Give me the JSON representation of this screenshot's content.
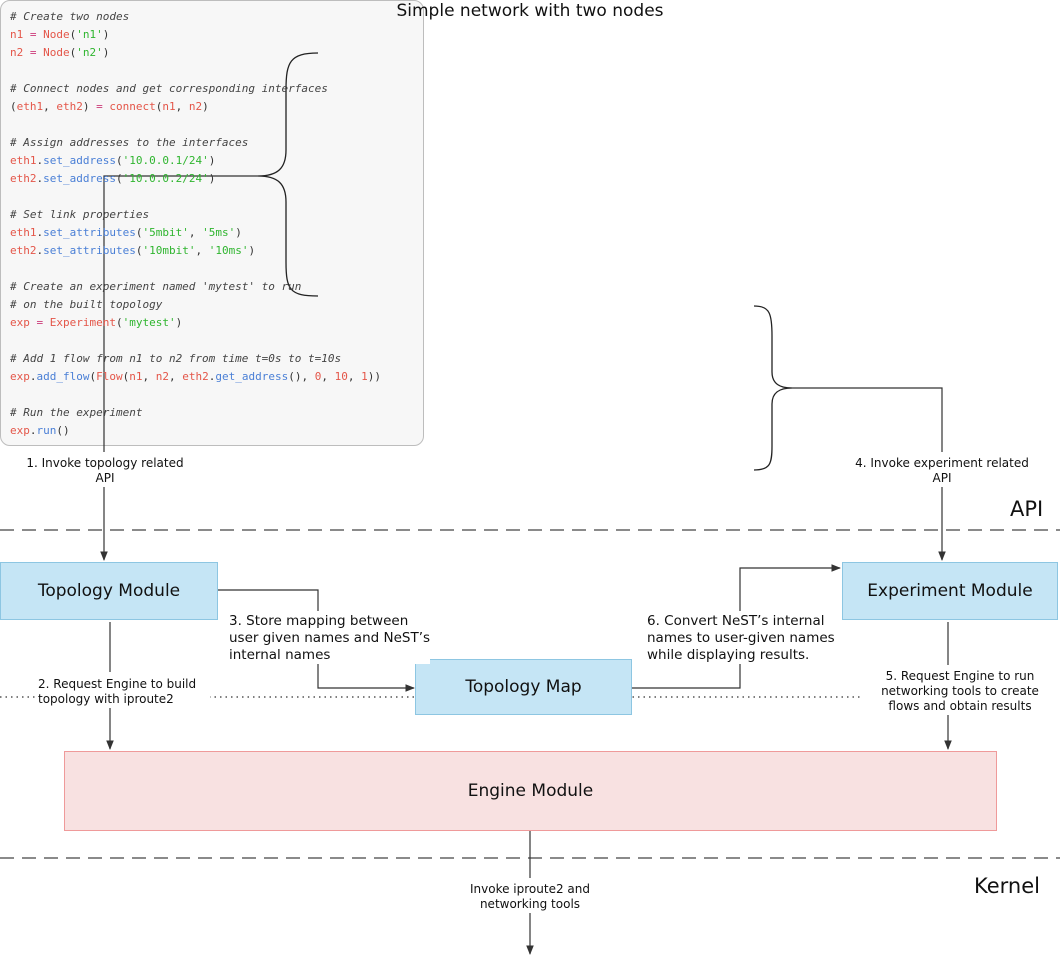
{
  "title": "Simple network with two nodes",
  "code_lines": [
    [
      {
        "t": "# Create two nodes",
        "c": "com"
      }
    ],
    [
      {
        "t": "n1",
        "c": "var"
      },
      {
        "t": " = ",
        "c": "op"
      },
      {
        "t": "Node",
        "c": "var"
      },
      {
        "t": "(",
        "c": "pun"
      },
      {
        "t": "'n1'",
        "c": "str"
      },
      {
        "t": ")",
        "c": "pun"
      }
    ],
    [
      {
        "t": "n2",
        "c": "var"
      },
      {
        "t": " = ",
        "c": "op"
      },
      {
        "t": "Node",
        "c": "var"
      },
      {
        "t": "(",
        "c": "pun"
      },
      {
        "t": "'n2'",
        "c": "str"
      },
      {
        "t": ")",
        "c": "pun"
      }
    ],
    [],
    [
      {
        "t": "# Connect nodes and get corresponding interfaces",
        "c": "com"
      }
    ],
    [
      {
        "t": "(",
        "c": "pun"
      },
      {
        "t": "eth1",
        "c": "var"
      },
      {
        "t": ", ",
        "c": "pun"
      },
      {
        "t": "eth2",
        "c": "var"
      },
      {
        "t": ") ",
        "c": "pun"
      },
      {
        "t": "= ",
        "c": "op"
      },
      {
        "t": "connect",
        "c": "var"
      },
      {
        "t": "(",
        "c": "pun"
      },
      {
        "t": "n1",
        "c": "var"
      },
      {
        "t": ", ",
        "c": "pun"
      },
      {
        "t": "n2",
        "c": "var"
      },
      {
        "t": ")",
        "c": "pun"
      }
    ],
    [],
    [
      {
        "t": "# Assign addresses to the interfaces",
        "c": "com"
      }
    ],
    [
      {
        "t": "eth1",
        "c": "var"
      },
      {
        "t": ".",
        "c": "pun"
      },
      {
        "t": "set_address",
        "c": "fn"
      },
      {
        "t": "(",
        "c": "pun"
      },
      {
        "t": "'10.0.0.1/24'",
        "c": "str"
      },
      {
        "t": ")",
        "c": "pun"
      }
    ],
    [
      {
        "t": "eth2",
        "c": "var"
      },
      {
        "t": ".",
        "c": "pun"
      },
      {
        "t": "set_address",
        "c": "fn"
      },
      {
        "t": "(",
        "c": "pun"
      },
      {
        "t": "'10.0.0.2/24'",
        "c": "str"
      },
      {
        "t": ")",
        "c": "pun"
      }
    ],
    [],
    [
      {
        "t": "# Set link properties",
        "c": "com"
      }
    ],
    [
      {
        "t": "eth1",
        "c": "var"
      },
      {
        "t": ".",
        "c": "pun"
      },
      {
        "t": "set_attributes",
        "c": "fn"
      },
      {
        "t": "(",
        "c": "pun"
      },
      {
        "t": "'5mbit'",
        "c": "str"
      },
      {
        "t": ", ",
        "c": "pun"
      },
      {
        "t": "'5ms'",
        "c": "str"
      },
      {
        "t": ")",
        "c": "pun"
      }
    ],
    [
      {
        "t": "eth2",
        "c": "var"
      },
      {
        "t": ".",
        "c": "pun"
      },
      {
        "t": "set_attributes",
        "c": "fn"
      },
      {
        "t": "(",
        "c": "pun"
      },
      {
        "t": "'10mbit'",
        "c": "str"
      },
      {
        "t": ", ",
        "c": "pun"
      },
      {
        "t": "'10ms'",
        "c": "str"
      },
      {
        "t": ")",
        "c": "pun"
      }
    ],
    [],
    [
      {
        "t": "# Create an experiment named 'mytest' to run",
        "c": "com"
      }
    ],
    [
      {
        "t": "# on the built topology",
        "c": "com"
      }
    ],
    [
      {
        "t": "exp",
        "c": "var"
      },
      {
        "t": " = ",
        "c": "op"
      },
      {
        "t": "Experiment",
        "c": "var"
      },
      {
        "t": "(",
        "c": "pun"
      },
      {
        "t": "'mytest'",
        "c": "str"
      },
      {
        "t": ")",
        "c": "pun"
      }
    ],
    [],
    [
      {
        "t": "# Add 1 flow from n1 to n2 from time t=0s to t=10s",
        "c": "com"
      }
    ],
    [
      {
        "t": "exp",
        "c": "var"
      },
      {
        "t": ".",
        "c": "pun"
      },
      {
        "t": "add_flow",
        "c": "fn"
      },
      {
        "t": "(",
        "c": "pun"
      },
      {
        "t": "Flow",
        "c": "var"
      },
      {
        "t": "(",
        "c": "pun"
      },
      {
        "t": "n1",
        "c": "var"
      },
      {
        "t": ", ",
        "c": "pun"
      },
      {
        "t": "n2",
        "c": "var"
      },
      {
        "t": ", ",
        "c": "pun"
      },
      {
        "t": "eth2",
        "c": "var"
      },
      {
        "t": ".",
        "c": "pun"
      },
      {
        "t": "get_address",
        "c": "fn"
      },
      {
        "t": "(), ",
        "c": "pun"
      },
      {
        "t": "0",
        "c": "num"
      },
      {
        "t": ", ",
        "c": "pun"
      },
      {
        "t": "10",
        "c": "num"
      },
      {
        "t": ", ",
        "c": "pun"
      },
      {
        "t": "1",
        "c": "num"
      },
      {
        "t": "))",
        "c": "pun"
      }
    ],
    [],
    [
      {
        "t": "# Run the experiment",
        "c": "com"
      }
    ],
    [
      {
        "t": "exp",
        "c": "var"
      },
      {
        "t": ".",
        "c": "pun"
      },
      {
        "t": "run",
        "c": "fn"
      },
      {
        "t": "()",
        "c": "pun"
      }
    ]
  ],
  "colors": {
    "comment": "#444444",
    "variable": "#e45649",
    "operator": "#cc3b79",
    "string": "#2fb52f",
    "function": "#4a7fd6",
    "module_blue_fill": "#c5e5f5",
    "module_blue_border": "#8dc6e2",
    "engine_fill": "#f8e1e1",
    "engine_border": "#ef9a9a"
  },
  "modules": {
    "topology": "Topology Module",
    "experiment": "Experiment Module",
    "topology_map": "Topology Map",
    "engine": "Engine Module"
  },
  "layers": {
    "api": "API",
    "kernel": "Kernel"
  },
  "steps": {
    "s1_line1": "1. Invoke topology related",
    "s1_line2": "API",
    "s2_line1": "2. Request Engine to build",
    "s2_line2": "topology with iproute2",
    "s3_line1": "3. Store mapping between",
    "s3_line2": "user given names and NeST’s",
    "s3_line3": "internal names",
    "s4_line1": "4. Invoke experiment related",
    "s4_line2": "API",
    "s5_line1": "5. Request Engine to run",
    "s5_line2": "networking tools to create",
    "s5_line3": "flows and obtain results",
    "s6_line1": "6. Convert NeST’s internal",
    "s6_line2": "names to user-given names",
    "s6_line3": "while displaying results.",
    "kernel_line1": "Invoke iproute2 and",
    "kernel_line2": "networking tools"
  }
}
